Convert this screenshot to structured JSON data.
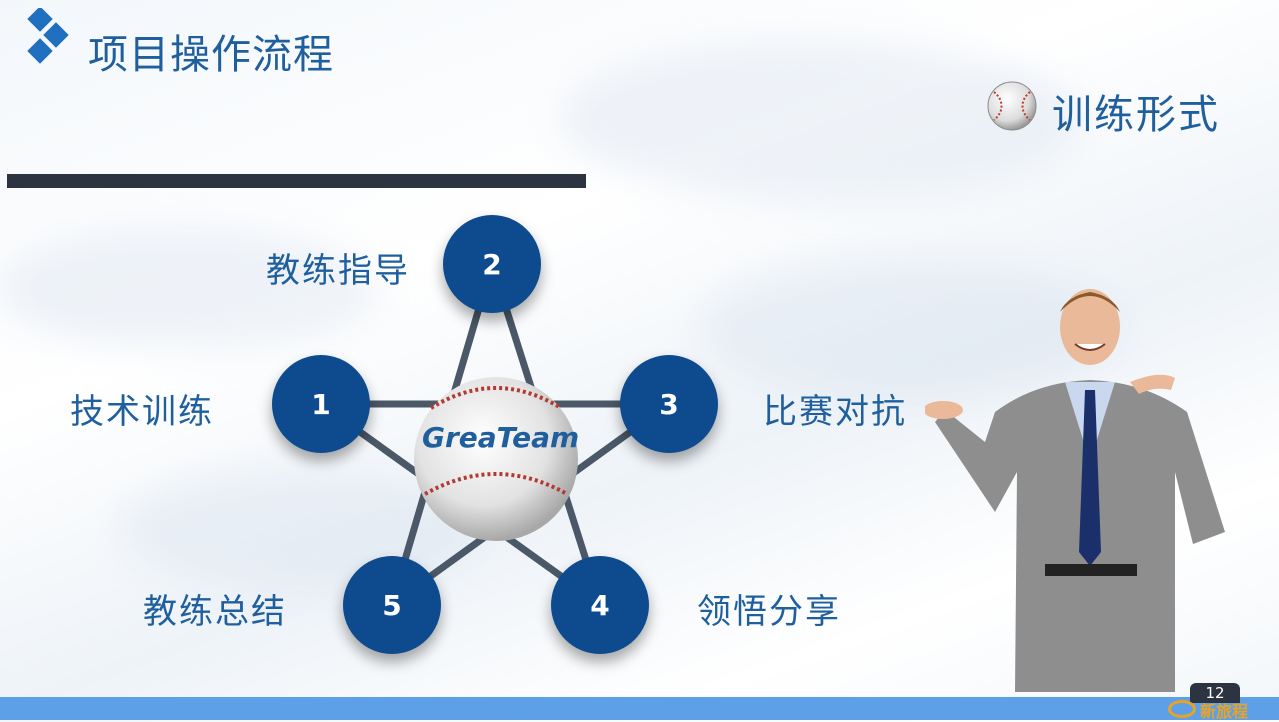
{
  "slide": {
    "title": "项目操作流程",
    "subtitle": "训练形式",
    "page_number": "12"
  },
  "diagram": {
    "center_text": "GreaTeam",
    "nodes": [
      {
        "number": "1",
        "label": "技术训练"
      },
      {
        "number": "2",
        "label": "教练指导"
      },
      {
        "number": "3",
        "label": "比赛对抗"
      },
      {
        "number": "4",
        "label": "领悟分享"
      },
      {
        "number": "5",
        "label": "教练总结"
      }
    ]
  },
  "footer": {
    "brand": "新旅程"
  },
  "colors": {
    "accent": "#1f5f9e",
    "node": "#0d4b8e",
    "divider": "#2b3440",
    "footer": "#5da0e8",
    "brand": "#e8a325"
  }
}
